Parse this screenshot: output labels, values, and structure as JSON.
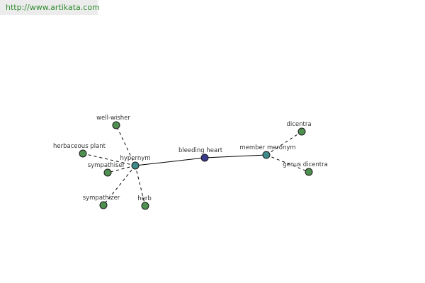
{
  "banner": {
    "url": "http://www.artikata.com"
  },
  "colors": {
    "root": "#3a3a8a",
    "relation": "#3f8a8a",
    "leaf": "#4f8f4f"
  },
  "graph": {
    "nodes": [
      {
        "id": "bleeding-heart",
        "label": "bleeding heart",
        "kind": "root"
      },
      {
        "id": "hypernym",
        "label": "hypernym",
        "kind": "relation"
      },
      {
        "id": "member-meronym",
        "label": "member meronym",
        "kind": "relation"
      },
      {
        "id": "well-wisher",
        "label": "well-wisher",
        "kind": "leaf"
      },
      {
        "id": "herbaceous-plant",
        "label": "herbaceous plant",
        "kind": "leaf"
      },
      {
        "id": "sympathiser",
        "label": "sympathiser",
        "kind": "leaf"
      },
      {
        "id": "sympathizer",
        "label": "sympathizer",
        "kind": "leaf"
      },
      {
        "id": "herb",
        "label": "herb",
        "kind": "leaf"
      },
      {
        "id": "dicentra",
        "label": "dicentra",
        "kind": "leaf"
      },
      {
        "id": "genus-dicentra",
        "label": "genus dicentra",
        "kind": "leaf"
      }
    ],
    "edges": [
      {
        "from": "hypernym",
        "to": "bleeding-heart",
        "style": "solid"
      },
      {
        "from": "bleeding-heart",
        "to": "member-meronym",
        "style": "solid"
      },
      {
        "from": "hypernym",
        "to": "well-wisher",
        "style": "dashed"
      },
      {
        "from": "hypernym",
        "to": "herbaceous-plant",
        "style": "dashed"
      },
      {
        "from": "hypernym",
        "to": "sympathiser",
        "style": "dashed"
      },
      {
        "from": "hypernym",
        "to": "sympathizer",
        "style": "dashed"
      },
      {
        "from": "hypernym",
        "to": "herb",
        "style": "dashed"
      },
      {
        "from": "member-meronym",
        "to": "dicentra",
        "style": "dashed"
      },
      {
        "from": "member-meronym",
        "to": "genus-dicentra",
        "style": "dashed"
      }
    ]
  }
}
